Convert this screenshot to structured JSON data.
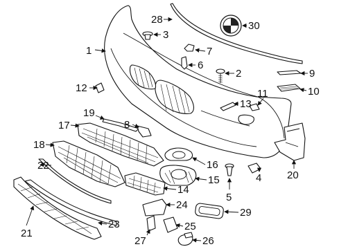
{
  "diagram": {
    "callouts": [
      {
        "num": "1"
      },
      {
        "num": "2"
      },
      {
        "num": "3"
      },
      {
        "num": "4"
      },
      {
        "num": "5"
      },
      {
        "num": "6"
      },
      {
        "num": "7"
      },
      {
        "num": "8"
      },
      {
        "num": "9"
      },
      {
        "num": "10"
      },
      {
        "num": "11"
      },
      {
        "num": "12"
      },
      {
        "num": "13"
      },
      {
        "num": "14"
      },
      {
        "num": "15"
      },
      {
        "num": "16"
      },
      {
        "num": "17"
      },
      {
        "num": "18"
      },
      {
        "num": "19"
      },
      {
        "num": "20"
      },
      {
        "num": "21"
      },
      {
        "num": "22"
      },
      {
        "num": "23"
      },
      {
        "num": "24"
      },
      {
        "num": "25"
      },
      {
        "num": "26"
      },
      {
        "num": "27"
      },
      {
        "num": "28"
      },
      {
        "num": "29"
      },
      {
        "num": "30"
      }
    ]
  }
}
